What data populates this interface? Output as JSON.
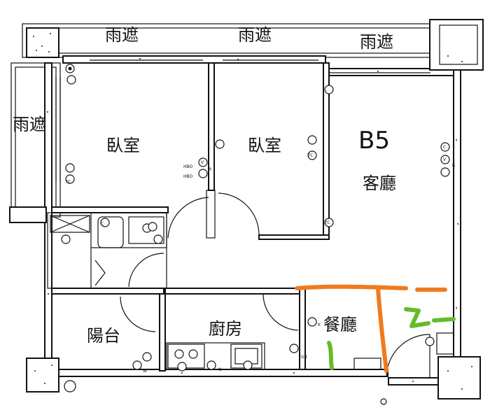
{
  "unit_code": "B5",
  "rooms": {
    "bedroom_1": "臥室",
    "bedroom_2": "臥室",
    "living_room": "客廳",
    "dining_room": "餐廳",
    "kitchen": "廚房",
    "balcony": "陽台"
  },
  "canopies": [
    "雨遮",
    "雨遮",
    "雨遮",
    "雨遮"
  ],
  "fixture_codes": {
    "hb_upper": "HBO",
    "hb_lower": "HBO",
    "tc_1": "TC",
    "tc_2": "TC",
    "tc_3": "TC",
    "c_1": "C",
    "c_2": "C",
    "v_1": "V",
    "v_2": "V",
    "r_1": "R",
    "r_2": "R",
    "k": "K",
    "gb": "GB",
    "w": "W",
    "n": "N"
  },
  "annotation_colors": {
    "orange": "#f07a1e",
    "green": "#66bb2a"
  }
}
